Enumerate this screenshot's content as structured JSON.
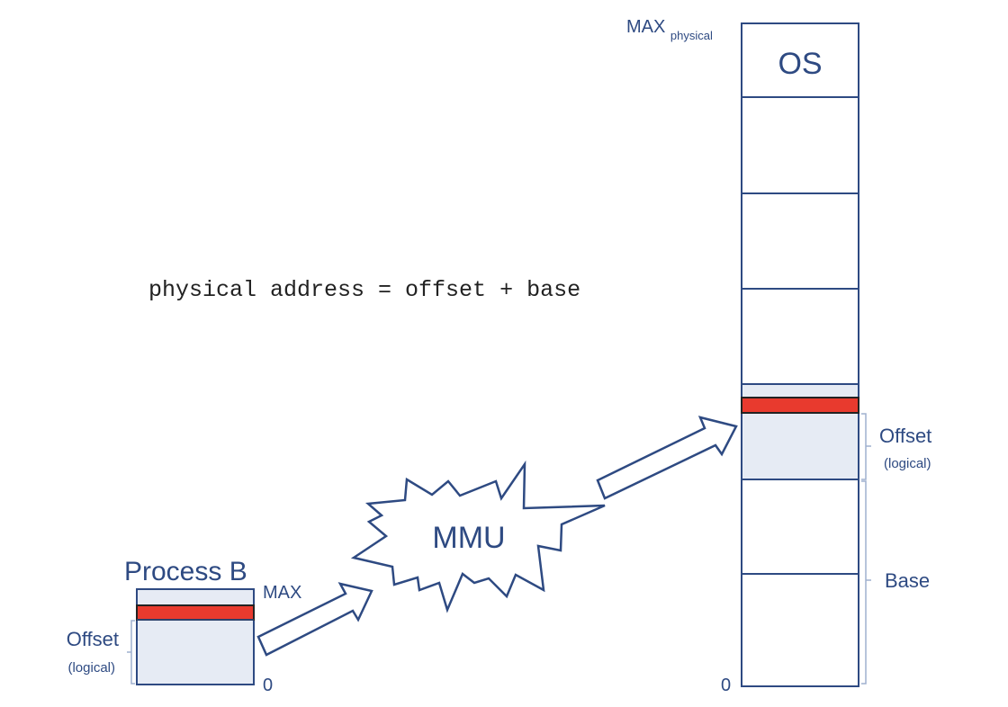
{
  "formula": "physical address = offset + base",
  "process": {
    "title": "Process B",
    "max_label": "MAX",
    "zero_label": "0",
    "offset_label": "Offset",
    "offset_sub": "(logical)"
  },
  "mmu": {
    "label": "MMU"
  },
  "physical_memory": {
    "max_label": "MAX",
    "max_sub": "physical",
    "os_label": "OS",
    "zero_label": "0",
    "offset_label": "Offset",
    "offset_sub": "(logical)",
    "base_label": "Base"
  },
  "colors": {
    "stroke": "#2e4a82",
    "text": "#2e4a82",
    "fill_light": "#e6ebf4",
    "highlight": "#e83a2e",
    "bracket": "#9fb0cf"
  }
}
